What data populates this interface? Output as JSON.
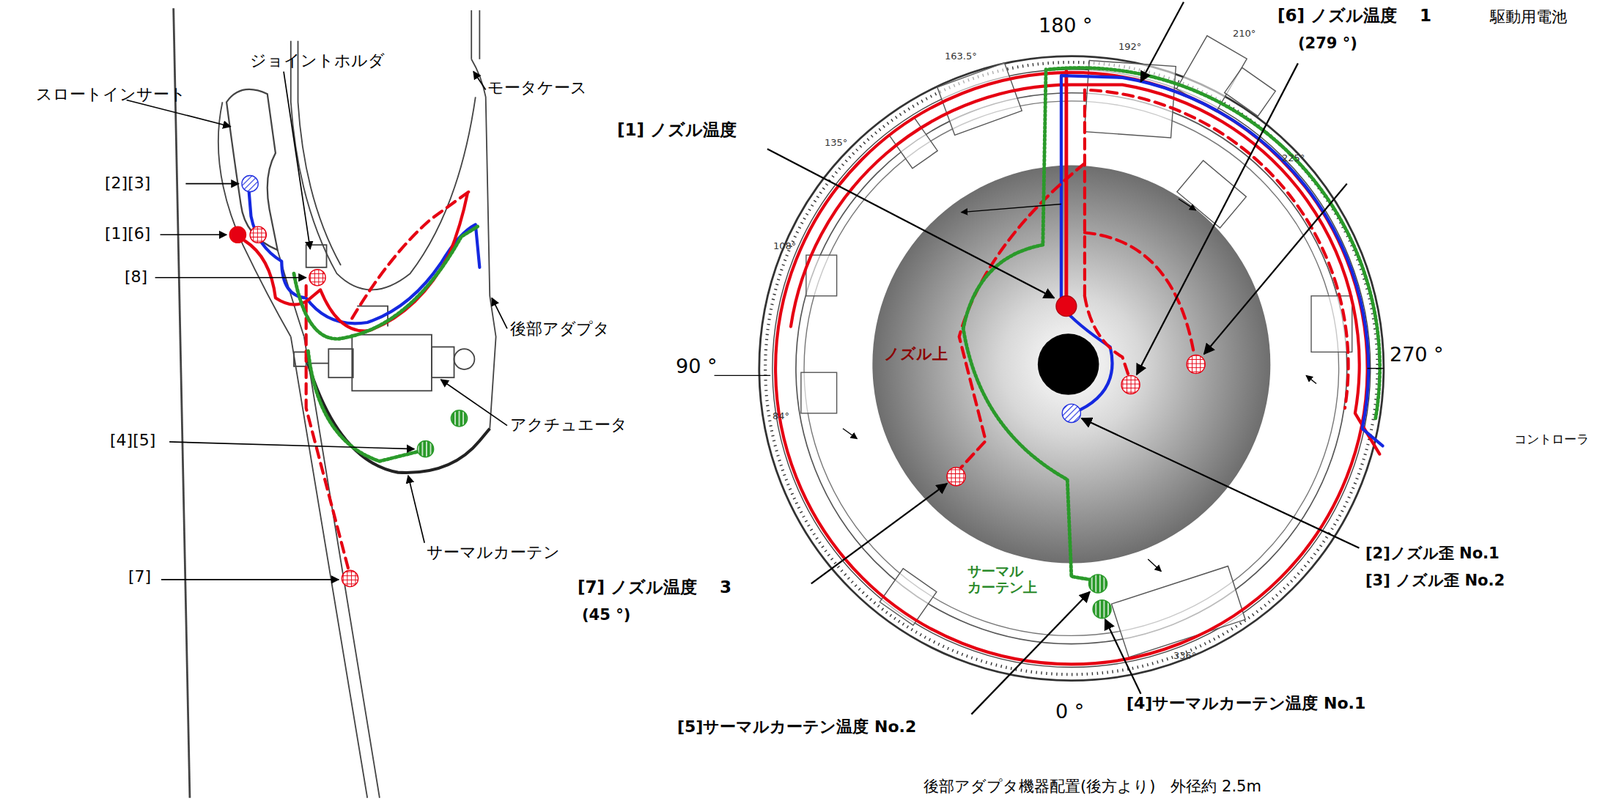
{
  "diagram": {
    "caption": "後部アダプタ機器配置(後方より)　外径約 2.5m",
    "labels": [
      "スロートインサート",
      "ジョイントホルダ",
      "モータケース",
      "[2][3]",
      "[1][6]",
      "[8]",
      "後部アダプタ",
      "アクチュエータ",
      "[4][5]",
      "サーマルカーテン",
      "[7]",
      "180 °",
      "[6] ノズル温度　 1",
      "(279 °)",
      "駆動用電池",
      "[1] ノズル温度",
      "163.5°",
      "192°",
      "210°",
      "135°",
      "225°",
      "108°",
      "90 °",
      "ノズル上",
      "270 °",
      "コントローラ",
      "84°",
      "サーマル カーテン上",
      "[7] ノズル温度　 3",
      "(45 °)",
      "[2]ノズル歪 No.1",
      "[3] ノズル歪 No.2",
      "[5]サーマルカーテン温度 No.2",
      "[4]サーマルカーテン温度 No.1",
      "0 °",
      "336°"
    ]
  }
}
